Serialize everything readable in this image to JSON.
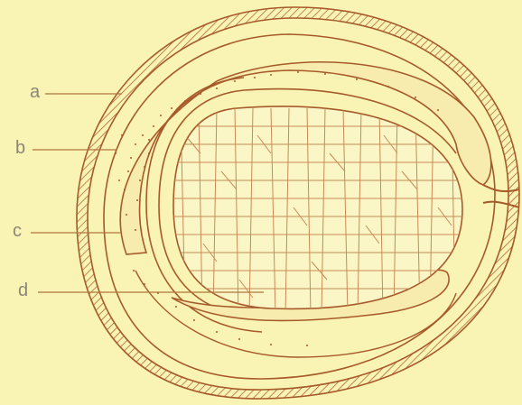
{
  "colors": {
    "background": "#f9f3b4",
    "ink": "#a65a2a",
    "label_ink": "#8a8578",
    "leader_ink": "#b0763f"
  },
  "labels": [
    {
      "id": "a",
      "text": "a"
    },
    {
      "id": "b",
      "text": "b"
    },
    {
      "id": "c",
      "text": "c"
    },
    {
      "id": "d",
      "text": "d"
    }
  ]
}
